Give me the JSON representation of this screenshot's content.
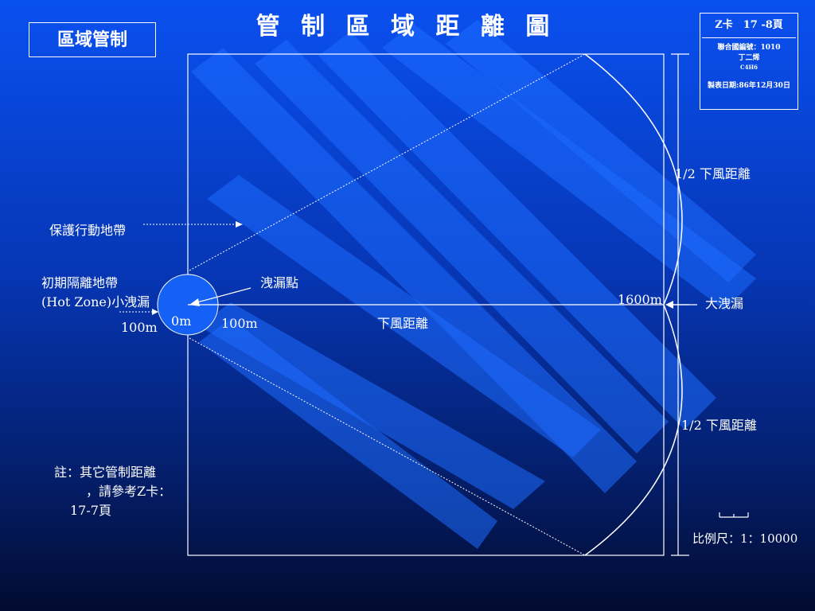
{
  "title": "管 制 區 域 距 離 圖",
  "zone_label": "區域管制",
  "info_card": {
    "card_no": "Z卡　17 -8頁",
    "un_number": "聯合國編號：1010",
    "chemical": "丁二烯",
    "formula": "C4H6",
    "date": "製表日期:86年12月30日"
  },
  "labels": {
    "protective_zone": "保護行動地帶",
    "initial_isolation_line1": "初期隔離地帶",
    "initial_isolation_line2": "(Hot Zone)小洩漏",
    "left_100m": "100m",
    "origin": "0m",
    "right_100m": "100m",
    "leak_point": "洩漏點",
    "downwind_distance": "下風距離",
    "distance_1600": "1600m",
    "large_leak": "大洩漏",
    "half_downwind_top": "1/2 下風距離",
    "half_downwind_bottom": "1/2 下風距離",
    "note_line1": "註：其它管制距離",
    "note_line2": "，請參考Z卡：",
    "note_line3": "17-7頁",
    "scale": "比例尺：1：10000"
  },
  "colors": {
    "background_top": "#0a50f0",
    "background_bottom": "#020b30",
    "stripe": "#1e6cff",
    "hot_zone": "#1560f5",
    "line": "#ffffff"
  }
}
